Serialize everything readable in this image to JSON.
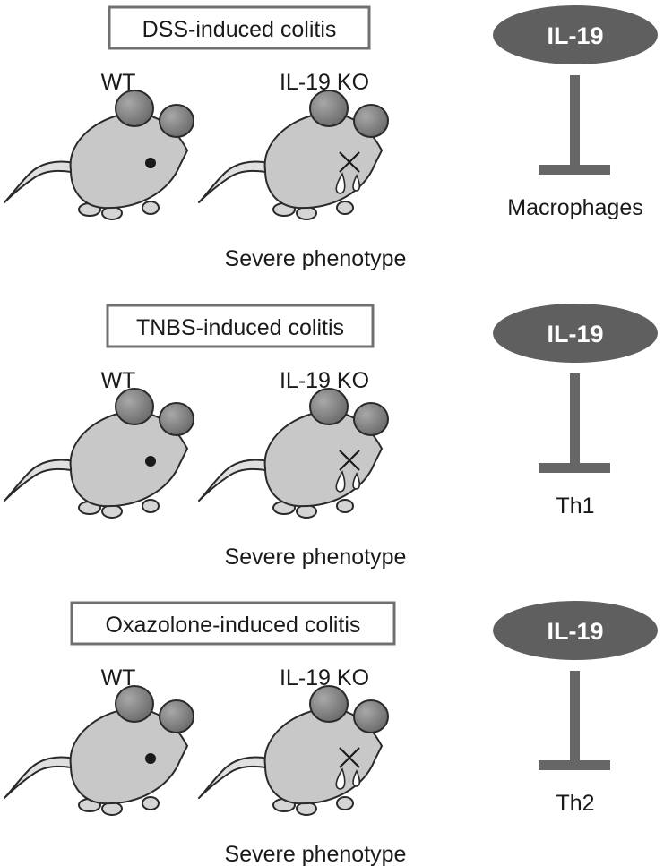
{
  "panels": [
    {
      "title": "DSS-induced colitis",
      "wt_label": "WT",
      "ko_label": "IL-19 KO",
      "phenotype": "Severe phenotype",
      "cytokine": "IL-19",
      "target": "Macrophages"
    },
    {
      "title": "TNBS-induced colitis",
      "wt_label": "WT",
      "ko_label": "IL-19 KO",
      "phenotype": "Severe phenotype",
      "cytokine": "IL-19",
      "target": "Th1"
    },
    {
      "title": "Oxazolone-induced colitis",
      "wt_label": "WT",
      "ko_label": "IL-19 KO",
      "phenotype": "Severe phenotype",
      "cytokine": "IL-19",
      "target": "Th2"
    }
  ],
  "colors": {
    "mouse_body": "#c8c8c8",
    "mouse_ear": "#808080",
    "mouse_outline": "#2a2a2a",
    "inhibitor": "#666666",
    "pill_fill": "#5f5f5f",
    "box_border": "#707070",
    "text": "#1a1a1a"
  },
  "icons": [
    "mouse-wt-icon",
    "mouse-ko-icon",
    "dead-eye-x-icon",
    "tears-icon",
    "inhibition-tbar-icon"
  ]
}
